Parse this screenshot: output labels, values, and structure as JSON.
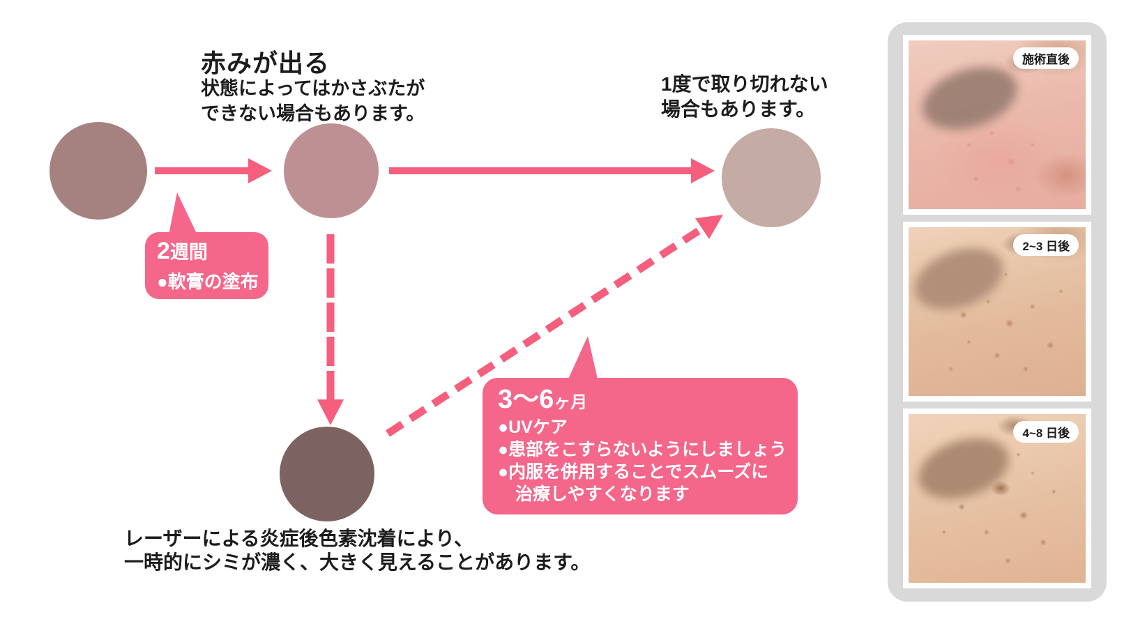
{
  "diagram": {
    "heading": "赤みが出る",
    "subheading_line1": "状態によってはかさぶたが",
    "subheading_line2": "できない場合もあります。",
    "note_right_line1": "1度で取り切れない",
    "note_right_line2": "場合もあります。",
    "footnote_line1": "レーザーによる炎症後色素沈着により、",
    "footnote_line2": "一時的にシミが濃く、大きく見えることがあります。",
    "badge_two_weeks": {
      "number": "2",
      "unit": "週間",
      "item": "●軟膏の塗布"
    },
    "badge_three_six_months": {
      "number": "3〜6",
      "unit": "ヶ月",
      "items": [
        "●UVケア",
        "●患部をこすらないようにしましょう",
        "●内服を併用することでスムーズに",
        "　治療しやすくなります"
      ]
    },
    "colors": {
      "stage_circles": [
        "#a58280",
        "#bd9193",
        "#c4aba3",
        "#7c6260"
      ],
      "arrow_pink": "#f55f7d",
      "badge_pink": "#f4668a",
      "panel_gray": "#d9d9d9"
    }
  },
  "photo_panel": {
    "photos": [
      {
        "label": "施術直後"
      },
      {
        "label": "2~3 日後"
      },
      {
        "label": "4~8 日後"
      }
    ]
  }
}
